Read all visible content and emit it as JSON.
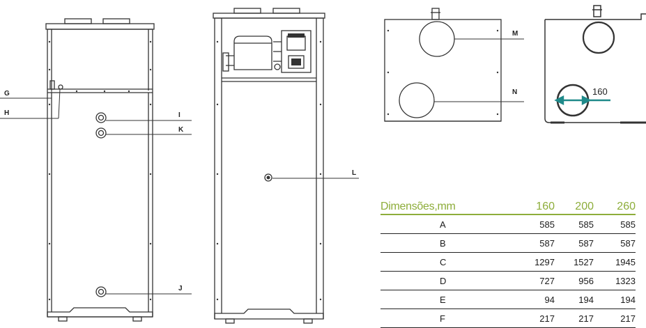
{
  "callouts": {
    "G": "G",
    "H": "H",
    "I": "I",
    "K": "K",
    "J": "J",
    "L": "L",
    "M": "M",
    "N": "N"
  },
  "duct_dimension": "160",
  "table": {
    "header_label": "Dimensões,mm",
    "sizes": [
      "160",
      "200",
      "260"
    ],
    "rows": [
      {
        "label": "A",
        "values": [
          "585",
          "585",
          "585"
        ]
      },
      {
        "label": "B",
        "values": [
          "587",
          "587",
          "587"
        ]
      },
      {
        "label": "C",
        "values": [
          "1297",
          "1527",
          "1945"
        ]
      },
      {
        "label": "D",
        "values": [
          "727",
          "956",
          "1323"
        ]
      },
      {
        "label": "E",
        "values": [
          "94",
          "194",
          "194"
        ]
      },
      {
        "label": "F",
        "values": [
          "217",
          "217",
          "217"
        ]
      }
    ]
  },
  "colors": {
    "accent_green": "#8dad3a",
    "arrow_teal": "#1f8a8a",
    "line": "#333333"
  }
}
